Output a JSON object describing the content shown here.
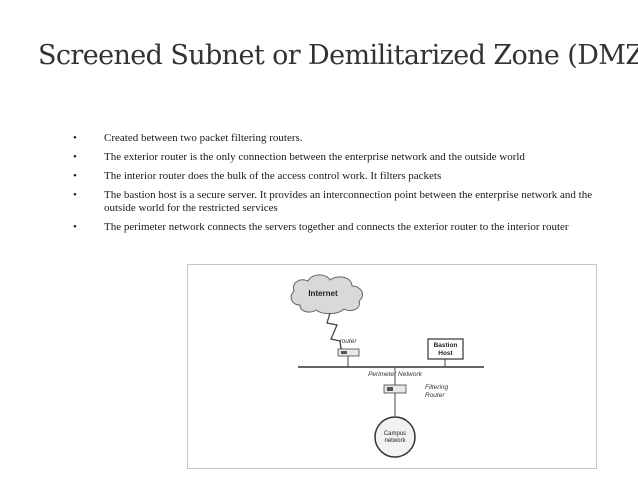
{
  "slide": {
    "title": "Screened Subnet or Demilitarized Zone (DMZ)",
    "bullets": [
      "Created between two packet filtering routers.",
      "The exterior router is the only connection between the enterprise network and the outside world",
      "The interior router does the bulk of the access control work. It filters packets",
      "The bastion host is a secure server. It provides an interconnection point between the enterprise network and the outside world for the restricted services",
      "The perimeter network connects the servers together and connects the exterior router to the interior router"
    ],
    "bullet_glyph": "•"
  },
  "diagram": {
    "internet": "Internet",
    "router": "router",
    "bastion_line1": "Bastion",
    "bastion_line2": "Host",
    "perimeter": "Perimeter Network",
    "filtering_line1": "Filtering",
    "filtering_line2": "Router",
    "campus_line1": "Campus",
    "campus_line2": "network"
  },
  "colors": {
    "cloud_fill": "#d9d9d9",
    "line": "#555555",
    "title": "#333333"
  }
}
